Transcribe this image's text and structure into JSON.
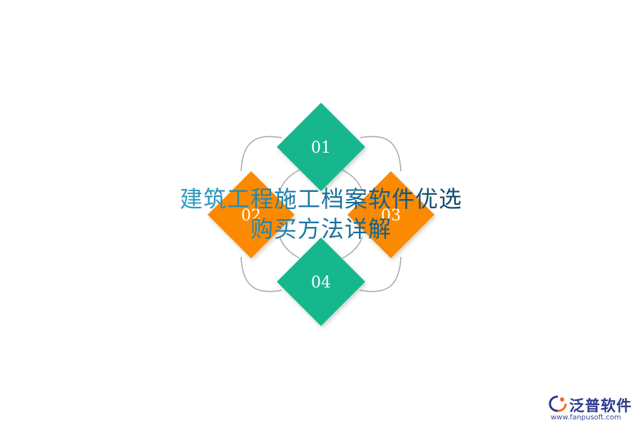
{
  "diagram": {
    "title_line1": "建筑工程施工档案软件优选",
    "title_line2": "购买方法详解",
    "nodes": [
      {
        "id": "top",
        "label": "01",
        "color": "#17b78d"
      },
      {
        "id": "left",
        "label": "02",
        "color": "#fb8a06"
      },
      {
        "id": "right",
        "label": "03",
        "color": "#fb8a06"
      },
      {
        "id": "bottom",
        "label": "04",
        "color": "#17b78d"
      }
    ],
    "connector_color": "#a8a8a8"
  },
  "logo": {
    "name": "泛普软件",
    "url": "www.fanpusoft.com",
    "color": "#2b3a8c",
    "accent": "#f26b1d"
  }
}
